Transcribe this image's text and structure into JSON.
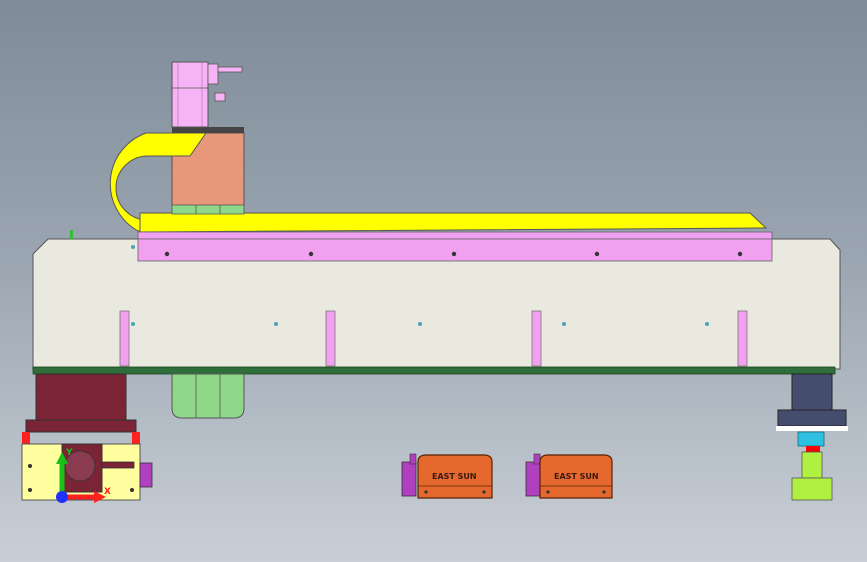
{
  "viewport": {
    "background_top": "#7f8b98",
    "background_bottom": "#c9cfd6"
  },
  "parts": {
    "beam": {
      "color": "#e9e9df"
    },
    "rail": {
      "color": "#f2a0f0"
    },
    "cable_chain": {
      "color": "#ffff00"
    },
    "motor": {
      "color": "#f6b4f6"
    },
    "carriage_block": {
      "color": "#e8987a"
    },
    "base_strip": {
      "color": "#2f6e3a"
    },
    "left_column": {
      "color": "#7a2436"
    },
    "right_column": {
      "color": "#454d6e"
    },
    "clamp_body": {
      "color": "#e5682f"
    }
  },
  "labels": {
    "clamp_1": "EAST SUN",
    "clamp_2": "EAST SUN"
  },
  "triad": {
    "x_label": "X",
    "y_label": "Y",
    "colors": {
      "x": "#ff2020",
      "y": "#18c018",
      "z": "#2030ff"
    }
  }
}
